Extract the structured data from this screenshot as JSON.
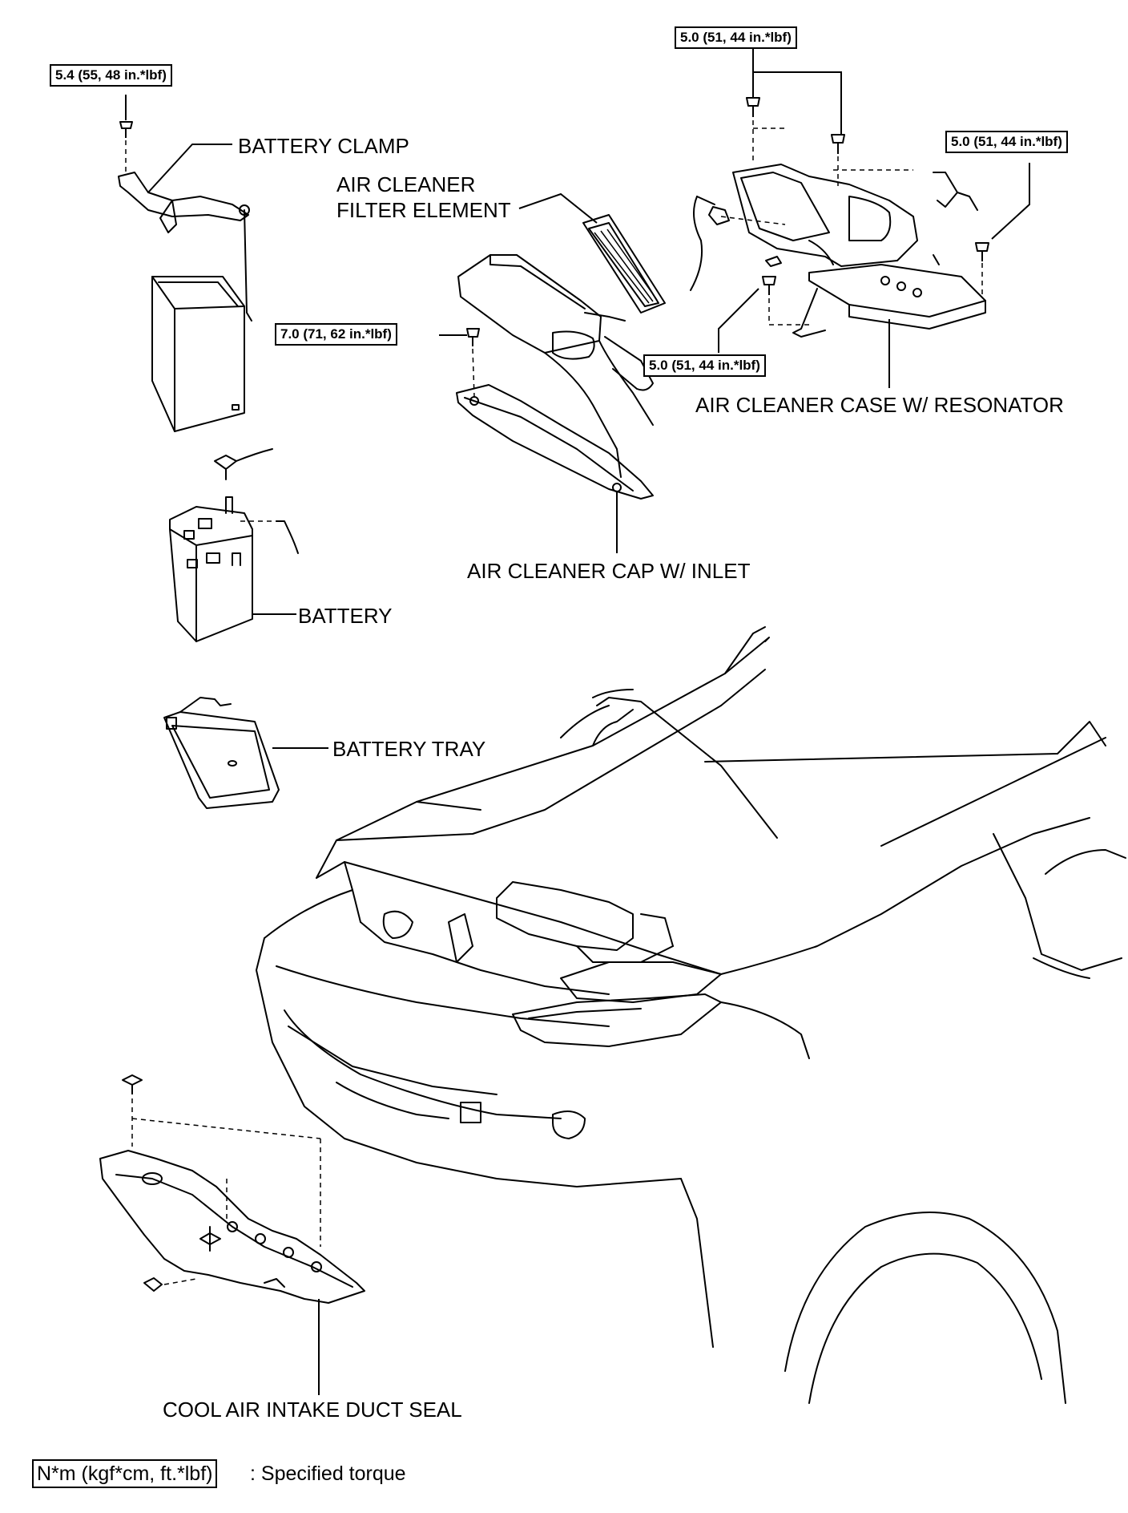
{
  "labels": {
    "battery_clamp": "BATTERY CLAMP",
    "air_cleaner_filter_element_line1": "AIR CLEANER",
    "air_cleaner_filter_element_line2": "FILTER ELEMENT",
    "air_cleaner_case": "AIR CLEANER CASE W/ RESONATOR",
    "air_cleaner_cap": "AIR CLEANER CAP W/ INLET",
    "battery": "BATTERY",
    "battery_tray": "BATTERY TRAY",
    "cool_air_intake_duct_seal": "COOL AIR INTAKE DUCT SEAL"
  },
  "torques": {
    "battery_clamp_bolt": "5.4 (55, 48 in.*lbf)",
    "case_top_bolts": "5.0 (51, 44 in.*lbf)",
    "case_right_bolt": "5.0 (51, 44 in.*lbf)",
    "cap_bolt": "7.0 (71, 62 in.*lbf)",
    "case_lower_bolt": "5.0 (51, 44 in.*lbf)"
  },
  "legend": {
    "unit_box": "N*m (kgf*cm, ft.*lbf)",
    "description": ": Specified torque"
  }
}
